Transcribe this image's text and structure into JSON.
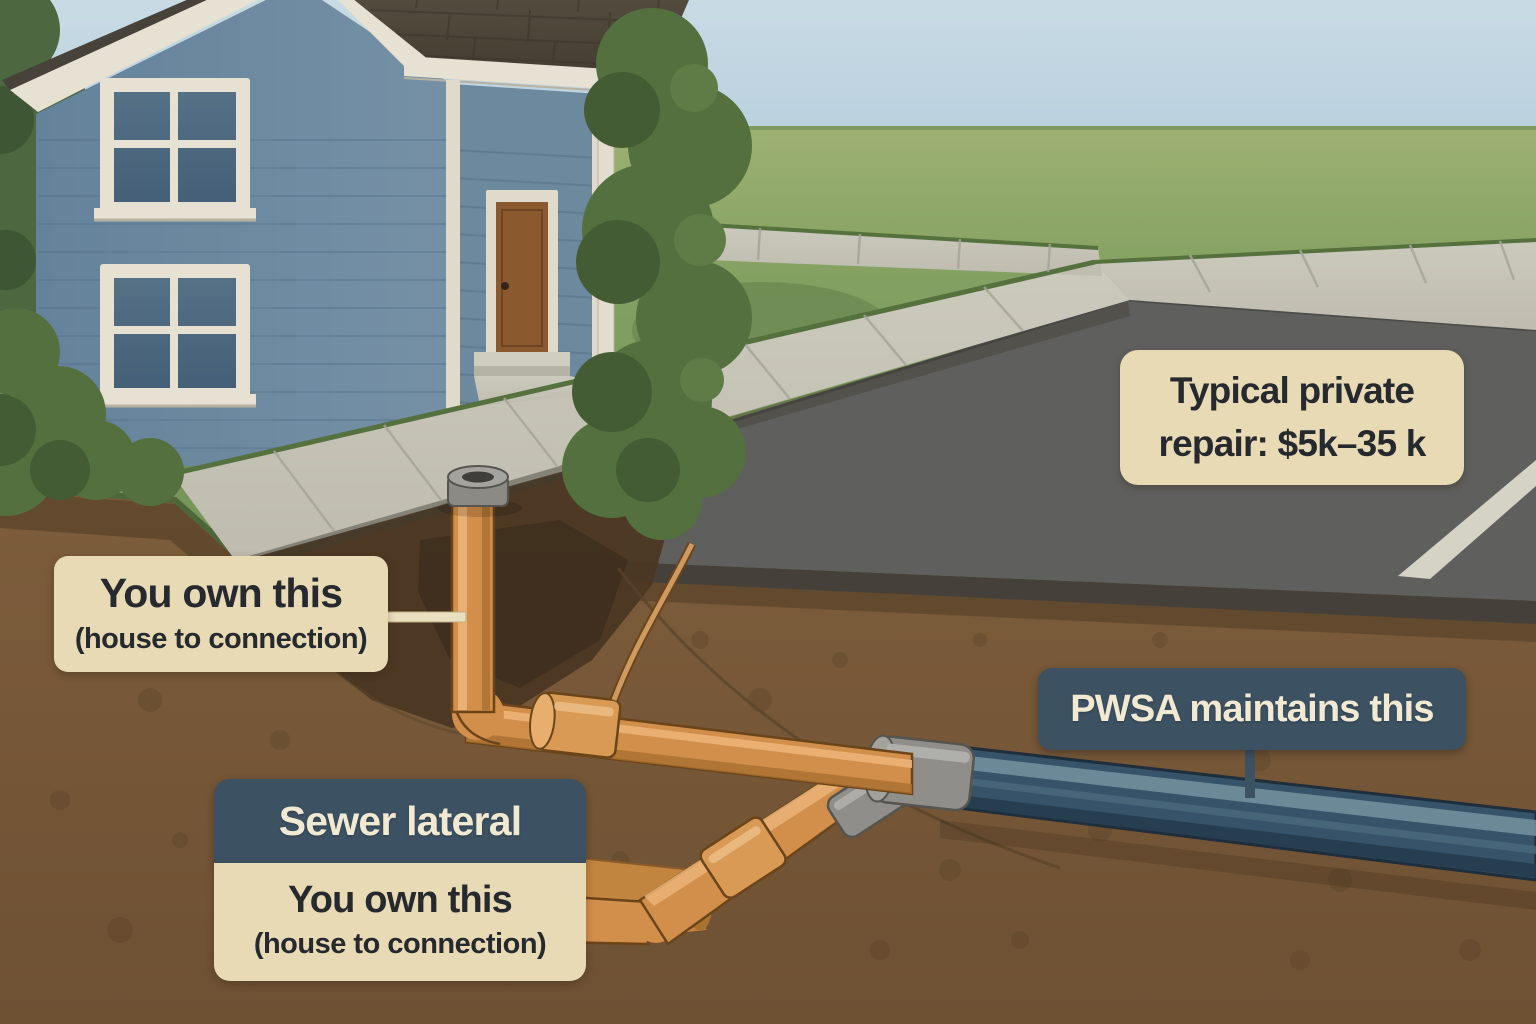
{
  "scene": {
    "subject": "sewer-lateral-ownership-illustration",
    "elements": [
      "house",
      "lawn",
      "sidewalk",
      "road",
      "soil-cross-section",
      "cleanout",
      "sewer-lateral-pipe",
      "pipe-coupling",
      "wye-fitting",
      "sewer-main-pipe"
    ]
  },
  "labels": {
    "typical_repair": {
      "line1": "Typical private",
      "line2": "repair: $5k–35 k"
    },
    "owner_top": {
      "title": "You own this",
      "subtitle": "(house to connection)"
    },
    "pwsa": {
      "text": "PWSA maintains this"
    },
    "sewer_lateral": {
      "header": "Sewer lateral",
      "title": "You own this",
      "subtitle": "(house to connection)"
    }
  },
  "colors": {
    "label_cream_bg": "#e8dab5",
    "label_ink": "#26292e",
    "label_slate_bg": "#3c5162",
    "label_slate_text": "#f2e9d3",
    "lateral_pipe_orange": "#d28e4b",
    "main_pipe_blue": "#36536a",
    "fitting_gray": "#8f8e8a",
    "soil_brown": "#7b5b3a",
    "grass_green": "#7d9b5c",
    "sky_blue": "#bad0dd",
    "road_gray": "#5e5e5c",
    "sidewalk_gray": "#c8c5b9",
    "house_siding_blue": "#708ca1"
  }
}
